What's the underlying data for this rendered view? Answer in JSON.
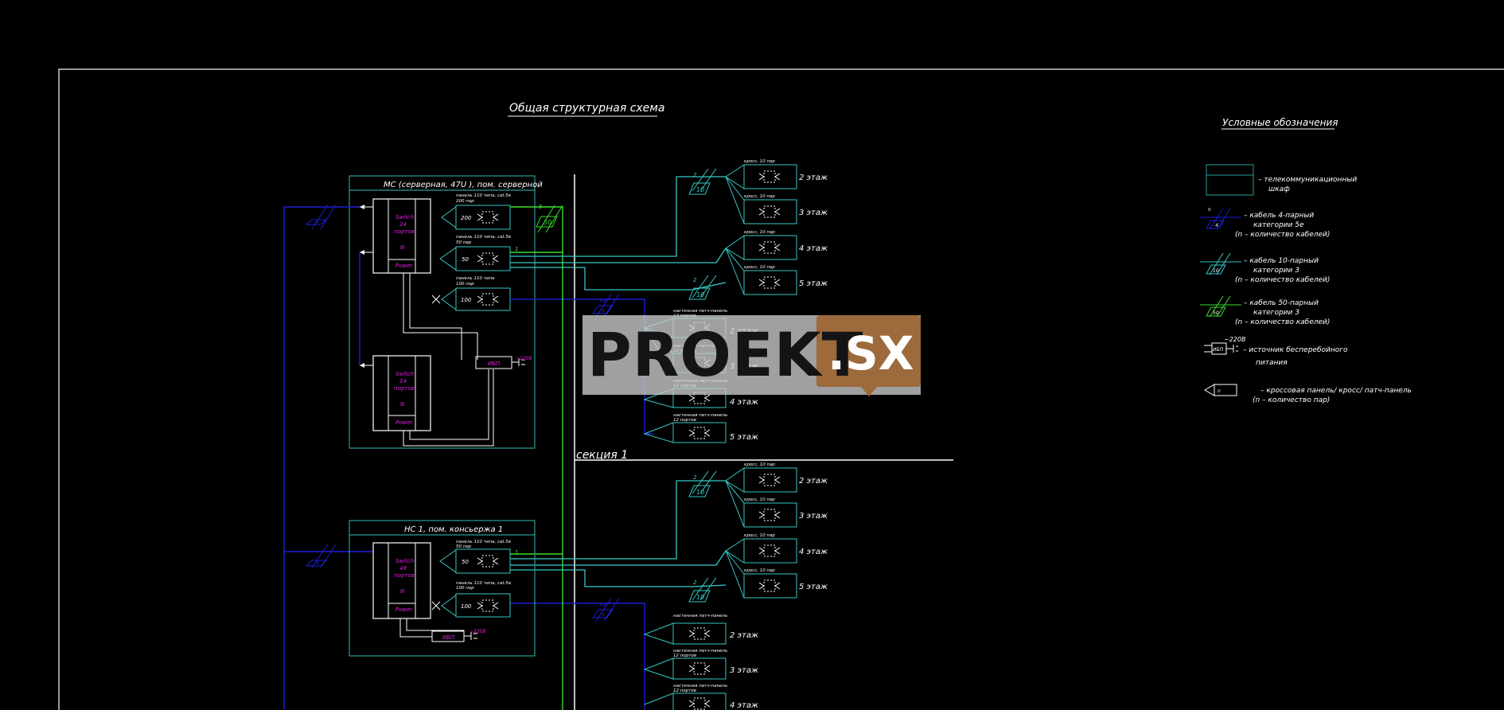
{
  "drawing": {
    "title": "Общая структурная схема",
    "section_label": "секция 1"
  },
  "cabinets": {
    "mc_title": "МС (серверная, 47U ), пом. серверной",
    "hc_title": "НС 1, пом. консьержа 1"
  },
  "switches": [
    {
      "line1": "Switch",
      "line2": "24",
      "line3": "портов",
      "line4": "N",
      "power": "Power"
    },
    {
      "line1": "Switch",
      "line2": "24",
      "line3": "портов",
      "line4": "N",
      "power": "Power"
    },
    {
      "line1": "Switch",
      "line2": "48",
      "line3": "портов",
      "line4": "N",
      "power": "Power"
    }
  ],
  "panels_left": [
    {
      "label_a": "панель 110 типа, cat.5e",
      "label_b": "200 пар",
      "value": "200"
    },
    {
      "label_a": "панель 110 типа, cat.5e",
      "label_b": "50 пар",
      "value": "50"
    },
    {
      "label_a": "панель 110 типа",
      "label_b": "100 пар",
      "value": "100"
    },
    {
      "label_a": "панель 110 типа, cat.5e",
      "label_b": "50 пар",
      "value": "50"
    },
    {
      "label_a": "панель 110 типа, cat.5e",
      "label_b": "100 пар",
      "value": "100"
    }
  ],
  "ups": {
    "label": "ИБП",
    "voltage": "~220В"
  },
  "cable_marks": {
    "c4": "4",
    "c10": "10",
    "c50": "50",
    "n": "n",
    "two": "2",
    "one": "1",
    "five": "5",
    "forty": "40"
  },
  "floor_groups": {
    "cross_label": "кросс, 10 пар",
    "patch_label": "настенная патч-панель",
    "patch_ports": "12 портов",
    "floors": [
      "2 этаж",
      "3 этаж",
      "4 этаж",
      "5 этаж"
    ]
  },
  "legend": {
    "title": "Условные обозначения",
    "items": [
      {
        "l1": "–  телекоммуникационный",
        "l2": "шкаф",
        "l3": ""
      },
      {
        "l1": "–  кабель 4-парный",
        "l2": "категории 5е",
        "l3": "(n  –  количество кабелей)"
      },
      {
        "l1": "–  кабель 10-парный",
        "l2": "категории 3",
        "l3": "(n  –  количество кабелей)"
      },
      {
        "l1": "–  кабель 50-парный",
        "l2": "категории 3",
        "l3": "(n  –  количество кабелей)"
      },
      {
        "l1": "–  источник бесперебойного",
        "l2": "питания",
        "l3": ""
      },
      {
        "l1": "–  кроссовая панель/ кросс/ патч-панель",
        "l2": "(n  –  количество пар)",
        "l3": ""
      }
    ],
    "ups_short": "ИБП",
    "voltage": "~220В"
  },
  "watermark": {
    "text": "PROEKT",
    "tag": ".SX"
  },
  "colors": {
    "cyan": "#35c9c6",
    "teal": "#2a9c9a",
    "blue": "#1d1dd6",
    "green": "#3adb2a",
    "magenta": "#e21ee2",
    "white": "#ffffff",
    "background": "#000000"
  }
}
